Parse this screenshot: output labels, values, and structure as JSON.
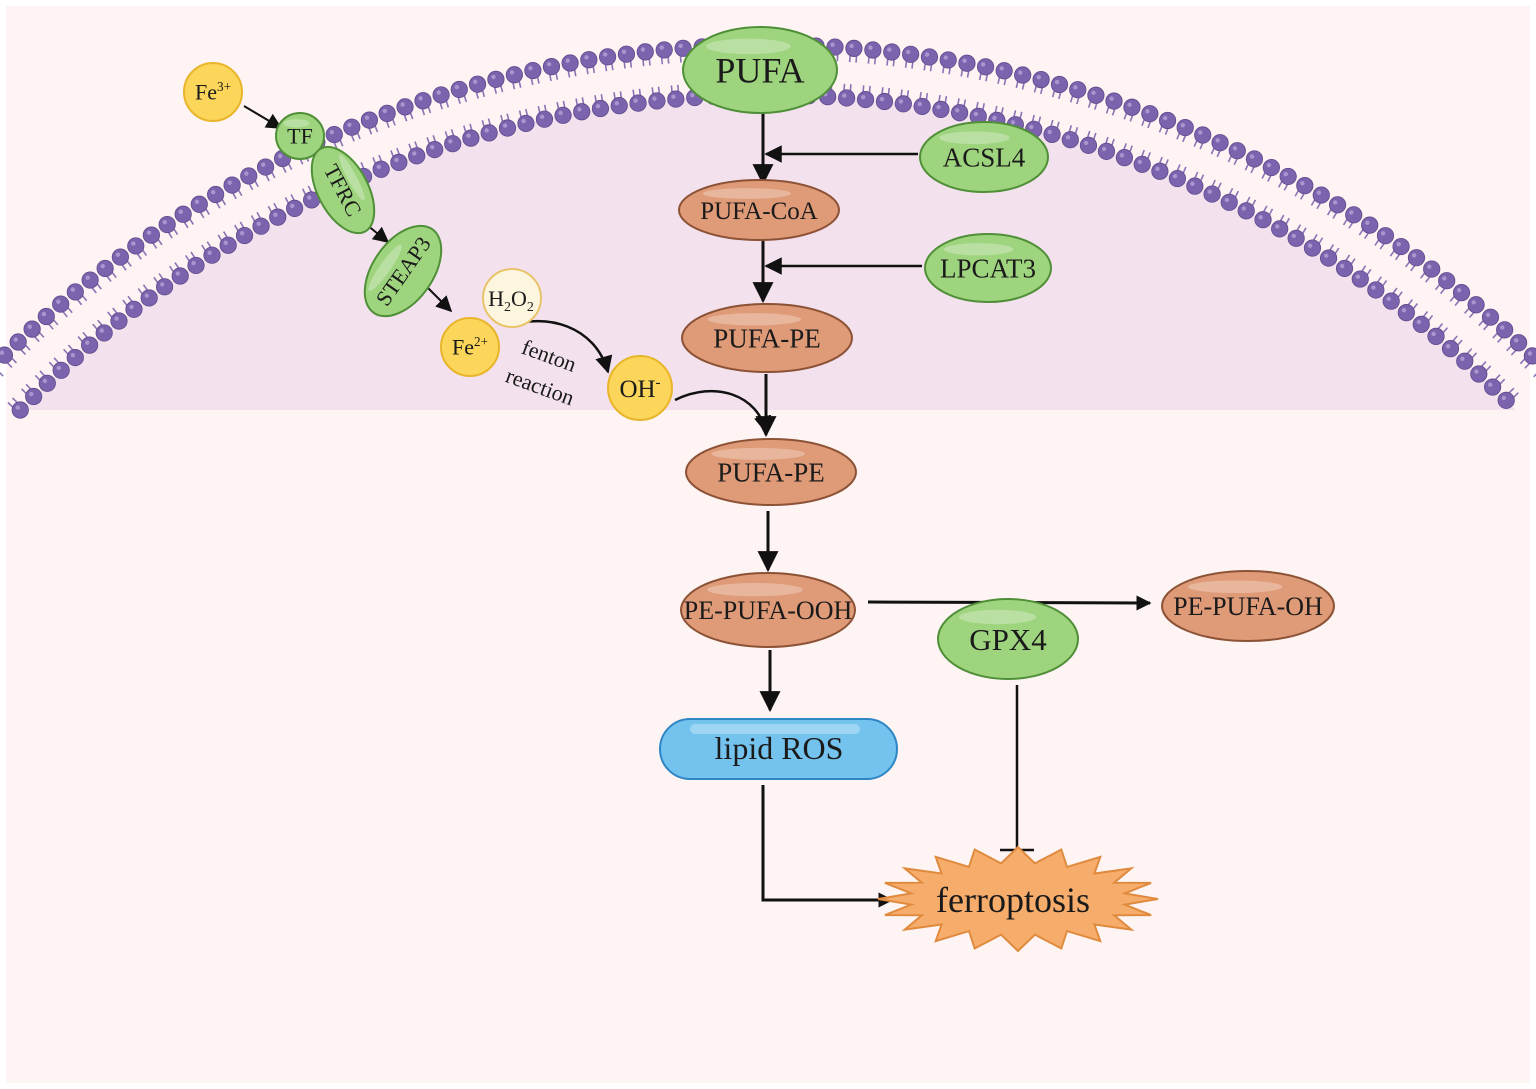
{
  "colors": {
    "background": "#fdf4f3",
    "cell_interior": "#f3e2ee",
    "lipid_head": "#7c63ad",
    "lipid_tail": "#8a74b5",
    "green_fill": "#9fd47e",
    "green_stroke": "#4f8f37",
    "orange_fill": "#df9a78",
    "orange_stroke": "#8c5236",
    "yellow_fill": "#fbd65a",
    "yellow_stroke": "#e8b52b",
    "pale_fill": "#fdf6df",
    "pale_stroke": "#e8c36a",
    "blue_fill": "#74c3ee",
    "blue_stroke": "#2f86c4",
    "burst_fill": "#f6ad6c",
    "burst_stroke": "#e08a3e",
    "line": "#111111"
  },
  "nodes": {
    "pufa": "PUFA",
    "acsl4": "ACSL4",
    "pufa_coa": "PUFA-CoA",
    "lpcat3": "LPCAT3",
    "pufa_pe_1": "PUFA-PE",
    "pufa_pe_2": "PUFA-PE",
    "pe_pufa_ooh": "PE-PUFA-OOH",
    "pe_pufa_oh": "PE-PUFA-OH",
    "gpx4": "GPX4",
    "lipid_ros": "lipid ROS",
    "ferroptosis": "ferroptosis",
    "tf": "TF",
    "tfrc": "TFRC",
    "steap3": "STEAP3",
    "fe3_base": "Fe",
    "fe3_sup": "3+",
    "fe2_base": "Fe",
    "fe2_sup": "2+",
    "h2o2_h": "H",
    "h2o2_sub1": "2",
    "h2o2_o": "O",
    "h2o2_sub2": "2",
    "oh_base": "OH",
    "oh_sup": "-"
  },
  "annotations": {
    "fenton_line1": "fenton",
    "fenton_line2": "reaction"
  }
}
